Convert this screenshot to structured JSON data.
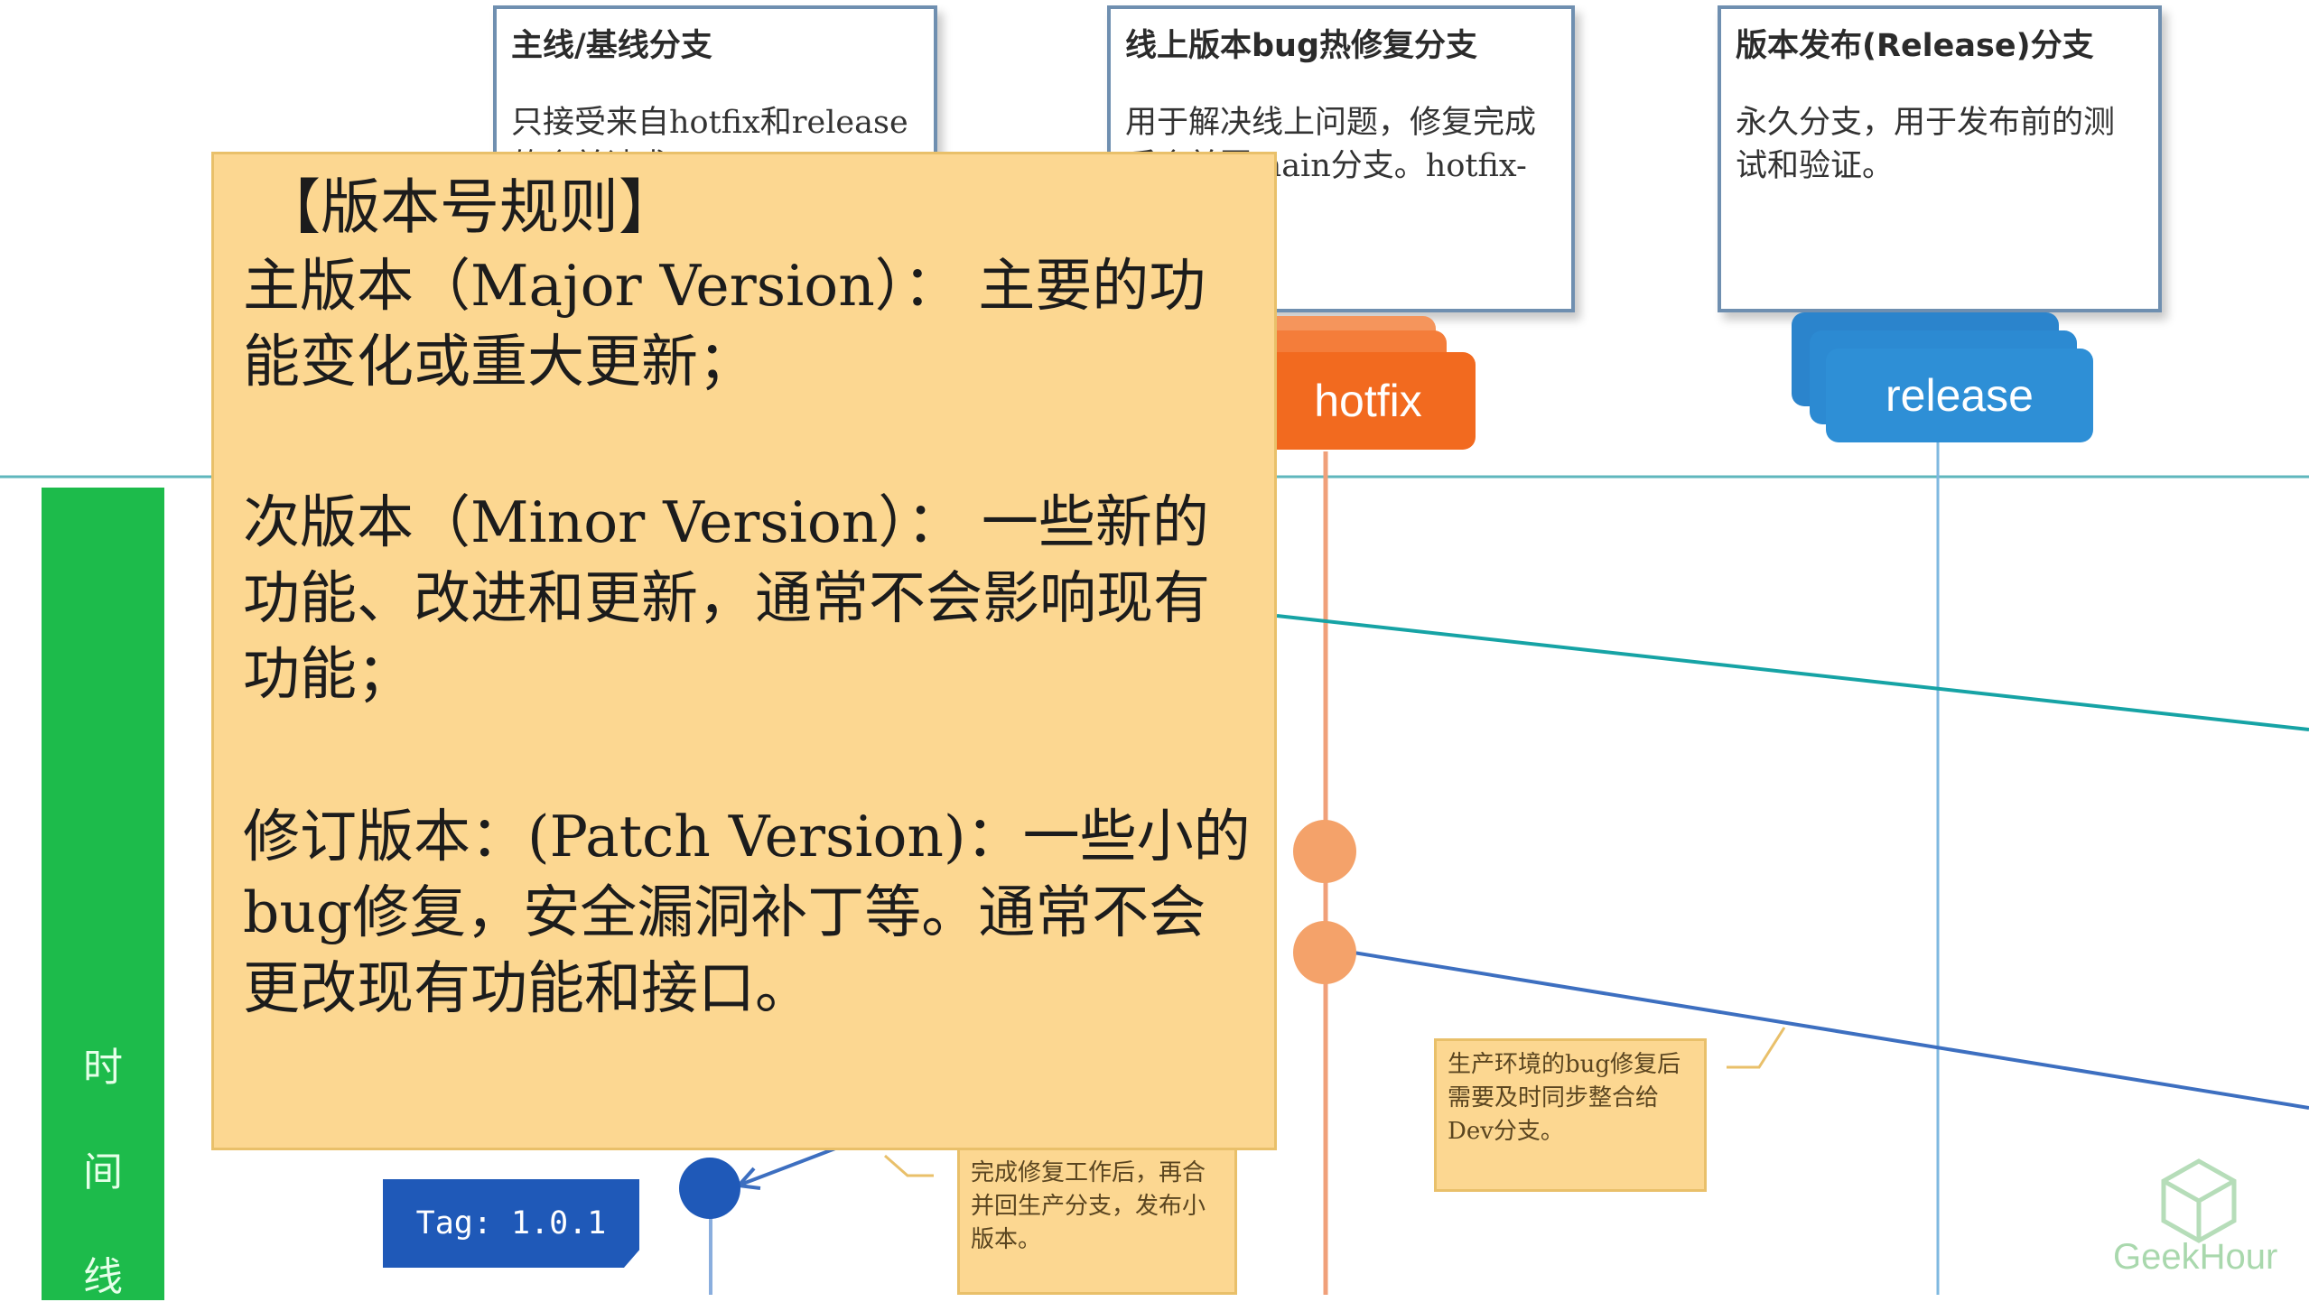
{
  "boxes": {
    "main": {
      "title": "主线/基线分支",
      "body": "只接受来自hotfix和release的合并请求"
    },
    "hotfix": {
      "title": "线上版本bug热修复分支",
      "body": "用于解决线上问题，修复完成后合并回main分支。hotfix-#issueid-"
    },
    "release": {
      "title": "版本发布(Release)分支",
      "body": "永久分支，用于发布前的测试和验证。"
    }
  },
  "branches": {
    "hotfix": "hotfix",
    "release": "release"
  },
  "rules": {
    "title": "【版本号规则】",
    "major": "主版本（Major Version）： 主要的功能变化或重大更新；",
    "minor": "次版本（Minor Version）： 一些新的功能、改进和更新，通常不会影响现有功能；",
    "patch": "修订版本：(Patch Version)：一些小的bug修复，安全漏洞补丁等。通常不会更改现有功能和接口。"
  },
  "timeline": {
    "c1": "时",
    "c2": "间",
    "c3": "线"
  },
  "tag": "Tag: 1.0.1",
  "notes": {
    "merge_back": "完成修复工作后，再合并回生产分支，发布小版本。",
    "sync_dev": "生产环境的bug修复后需要及时同步整合给Dev分支。"
  },
  "watermark": "GeekHour",
  "colors": {
    "rules_bg": "#fcd791",
    "hotfix": "#f26a1f",
    "release": "#2e8fd6",
    "timeline": "#1dbb4b",
    "tag": "#1f59b8"
  }
}
